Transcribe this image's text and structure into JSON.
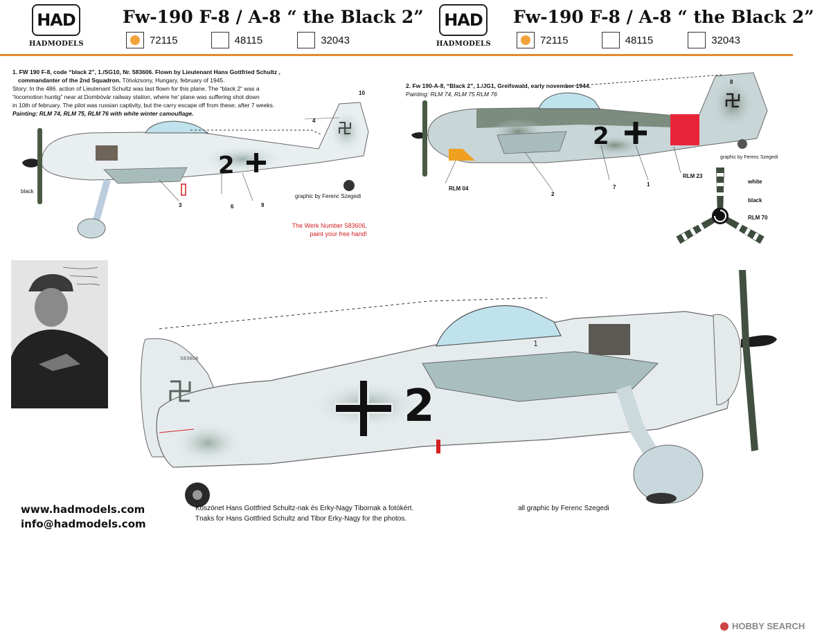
{
  "header": {
    "logo_text": "HAD",
    "logo_sub": "HADMODELS",
    "title": "Fw-190 F-8 / A-8 “ the Black 2”",
    "scales": [
      {
        "label": "72115",
        "selected": true
      },
      {
        "label": "48115",
        "selected": false
      },
      {
        "label": "32043",
        "selected": false
      }
    ]
  },
  "profile1": {
    "caption_title": "1. FW 190 F-8, code “black 2”, 1./SG10, Nr. 583606. Flown by Lieutenant Hans Gottfried Schultz ,",
    "caption_line2": "commandanter of the 2nd Squadron.",
    "caption_line2_rest": "Tötvázsony, Hungary,  february of 1945.",
    "story_1": "Story: In the 486. action of Lieutenant Schultz was last flown for this plane. The “black 2” was a",
    "story_2": "“locomotion huntig”  near at Dombóvár railway station, where he' plane was suffering shot down",
    "story_3": "in 10th of  february. The pilot was russian captivity, but the carry escape off from these; after 7 weeks.",
    "painting": "Painting: RLM 74, RLM 75, RLM 76 with white winter camouflage.",
    "code": "2",
    "label_black": "black",
    "callouts": [
      "10",
      "4",
      "3",
      "6",
      "9"
    ],
    "credit": "graphic by Ferenc Szegedi",
    "red_note_1": "The Werk Number     583606,",
    "red_note_2": "paint your free hand!"
  },
  "profile2": {
    "caption_title": "2. Fw 190-A-8, “Black 2”, 1./JG1, Greifswald, early  november 1944.",
    "painting": "Painting: RLM 74, RLM 75 RLM 76",
    "code": "2",
    "callouts": [
      "8",
      "2",
      "7",
      "1"
    ],
    "rlm04": "RLM 04",
    "rlm23": "RLM 23",
    "credit": "graphic by Ferenc Szegedi",
    "prop_labels": {
      "white": "white",
      "black": "black",
      "rlm70": "RLM 70"
    }
  },
  "main_profile": {
    "code": "2",
    "callout": "1",
    "serial": "583606"
  },
  "footer": {
    "website": "www.hadmodels.com",
    "email": "info@hadmodels.com",
    "thanks_hu": "Köszönet Hans Gottfried Schultz-nak és Erky-Nagy Tibornak  a fotókért.",
    "thanks_en": "Tnaks for Hans Gottfried Schultz and Tibor Erky-Nagy for the photos.",
    "graphic_credit": "all graphic by Ferenc Szegedi",
    "watermark": "HOBBY SEARCH"
  },
  "colors": {
    "accent_orange": "#e58a2a",
    "selected_dot": "#f2a23a",
    "rlm23_red": "#e8243a",
    "rlm04_yellow": "#f0a020",
    "winter_white": "#e9eef0",
    "rlm76": "#c8d8dc",
    "rlm74": "#6e7f70",
    "note_red": "#d42020"
  }
}
